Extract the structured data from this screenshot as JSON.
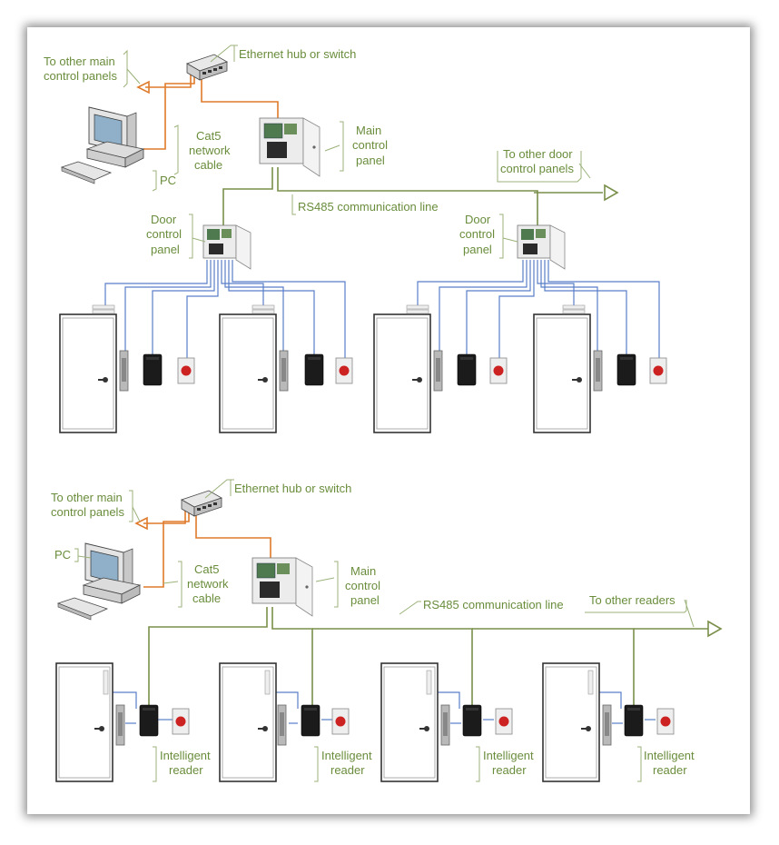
{
  "labels": {
    "top": {
      "hub": "Ethernet hub or switch",
      "other_main": [
        "To other main",
        "control panels"
      ],
      "cat5": [
        "Cat5",
        "network",
        "cable"
      ],
      "pc": "PC",
      "main_panel": [
        "Main",
        "control",
        "panel"
      ],
      "other_door": [
        "To other door",
        "control panels"
      ],
      "rs485": "RS485 communication line",
      "door_panel": [
        "Door",
        "control",
        "panel"
      ]
    },
    "bottom": {
      "hub": "Ethernet hub or switch",
      "other_main": [
        "To other main",
        "control panels"
      ],
      "pc": "PC",
      "cat5": [
        "Cat5",
        "network",
        "cable"
      ],
      "main_panel": [
        "Main",
        "control",
        "panel"
      ],
      "rs485": "RS485 communication line",
      "other_readers": "To other readers",
      "reader": [
        "Intelligent",
        "reader"
      ]
    }
  },
  "colors": {
    "label": "#6a8d3c",
    "network_cable": "#e07a2a",
    "rs485_line": "#7a8f4a",
    "door_wiring": "#5a7ec8",
    "exit_button": "#cc2222"
  }
}
